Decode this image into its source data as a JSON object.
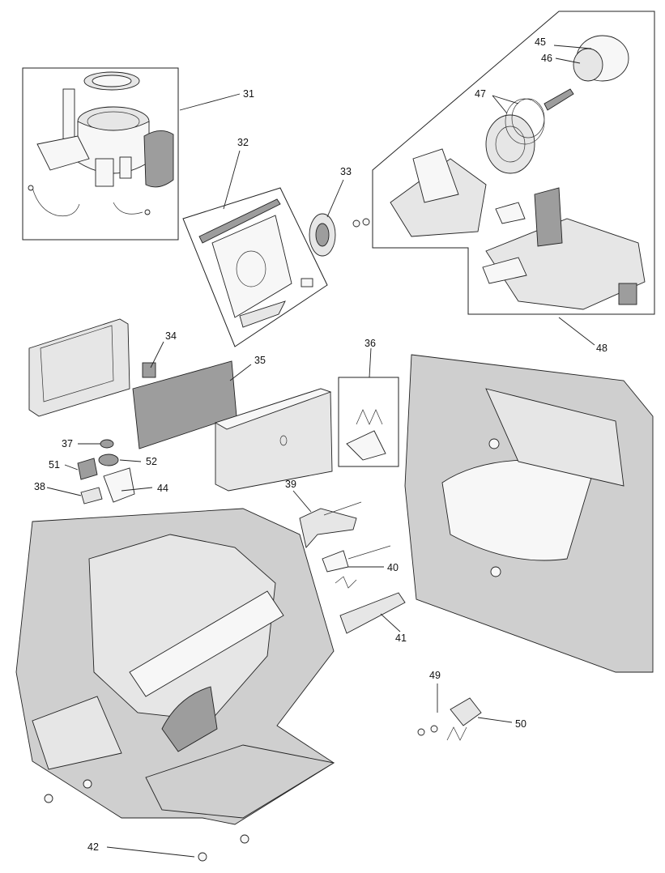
{
  "figure": {
    "kind": "exploded-parts-diagram",
    "colors": {
      "part_fill": "#cfcfcf",
      "part_shadow": "#9d9d9d",
      "line": "#222222",
      "background": "#ffffff"
    }
  },
  "callouts": {
    "c31": "31",
    "c32": "32",
    "c33": "33",
    "c34": "34",
    "c35": "35",
    "c36": "36",
    "c37": "37",
    "c38": "38",
    "c39": "39",
    "c40": "40",
    "c41": "41",
    "c42": "42",
    "c44": "44",
    "c45": "45",
    "c46": "46",
    "c47": "47",
    "c48": "48",
    "c49": "49",
    "c50": "50",
    "c51": "51",
    "c52": "52"
  }
}
